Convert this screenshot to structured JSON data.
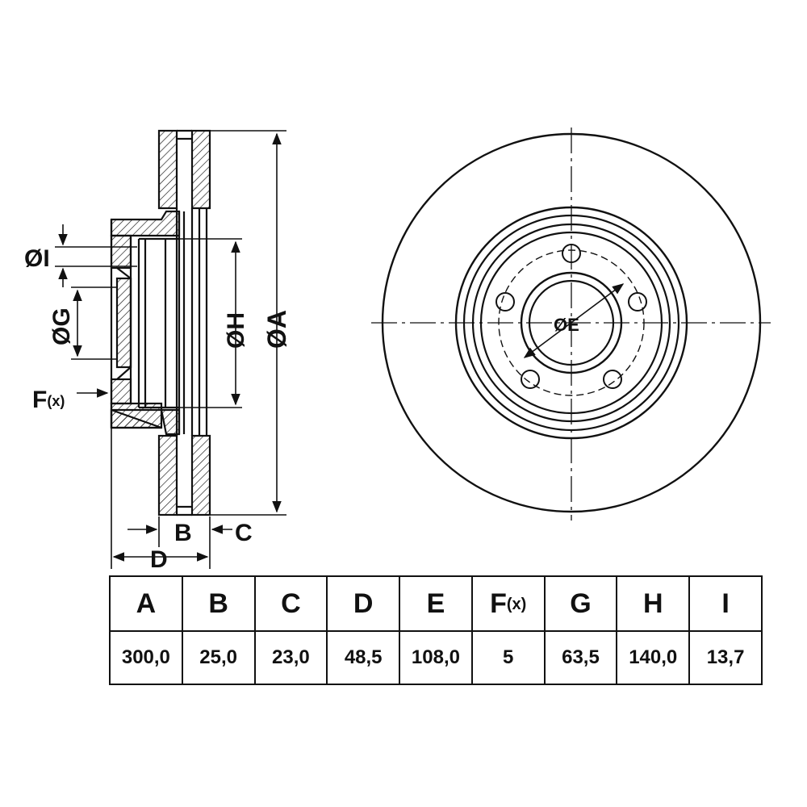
{
  "labels": {
    "dim_I": "ØI",
    "dim_G": "ØG",
    "dim_F_main": "F",
    "dim_F_sub": "(x)",
    "dim_H": "ØH",
    "dim_A": "ØA",
    "dim_B": "B",
    "dim_C": "C",
    "dim_D": "D",
    "dim_E": "ØE"
  },
  "table": {
    "headers": [
      "A",
      "B",
      "C",
      "D",
      "E",
      "F",
      "G",
      "H",
      "I"
    ],
    "header_F_sub": "(x)",
    "values": [
      "300,0",
      "25,0",
      "23,0",
      "48,5",
      "108,0",
      "5",
      "63,5",
      "140,0",
      "13,7"
    ]
  },
  "colors": {
    "line": "#111111",
    "background": "#ffffff"
  }
}
